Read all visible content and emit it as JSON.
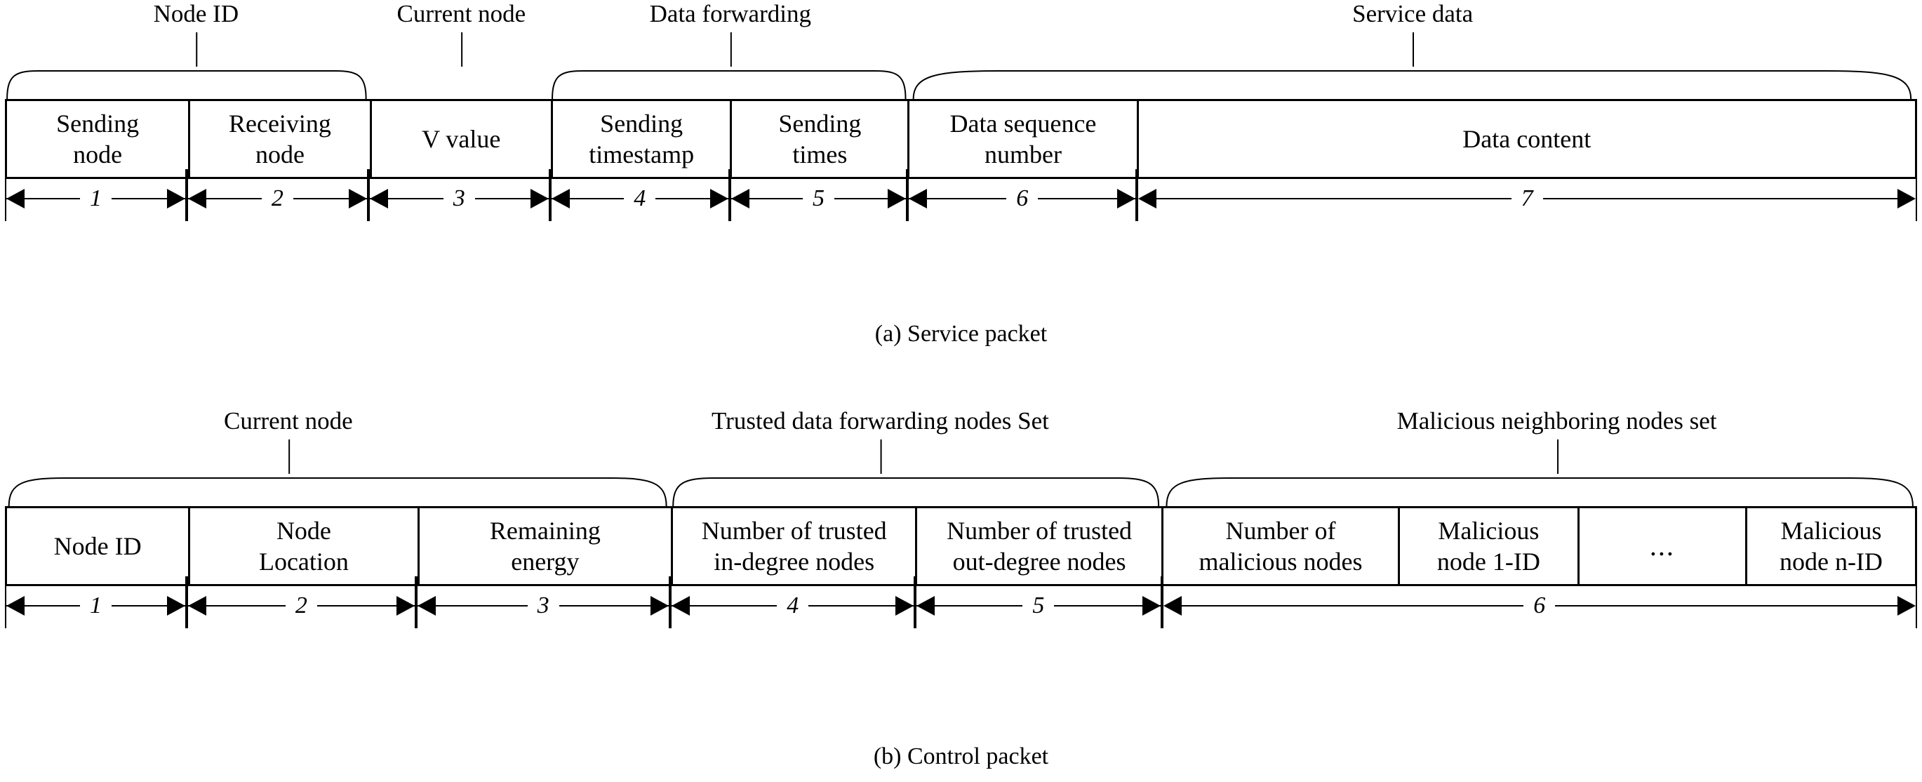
{
  "figures": [
    {
      "id": "service-packet",
      "caption": "(a) Service packet",
      "group_labels": [
        {
          "text": "Node ID",
          "center_pct": 10.2,
          "span": [
            0.0,
            19.0
          ]
        },
        {
          "text": "Current node",
          "center_pct": 24.0,
          "span": [
            19.0,
            28.5
          ]
        },
        {
          "text": "Data forwarding",
          "center_pct": 38.0,
          "span": [
            28.5,
            47.2
          ]
        },
        {
          "text": "Service data",
          "center_pct": 73.5,
          "span": [
            47.2,
            100.0
          ]
        }
      ],
      "braces": [
        {
          "left_pct": 0.0,
          "width_pct": 19.0
        },
        {
          "left_pct": 28.5,
          "width_pct": 18.7
        },
        {
          "left_pct": 47.2,
          "width_pct": 52.8
        }
      ],
      "fields": [
        {
          "label": "Sending\nnode",
          "width_pct": 9.5,
          "dim": "1"
        },
        {
          "label": "Receiving\nnode",
          "width_pct": 9.5,
          "dim": "2"
        },
        {
          "label": "V value",
          "width_pct": 9.5,
          "dim": "3"
        },
        {
          "label": "Sending\ntimestamp",
          "width_pct": 9.4,
          "dim": "4"
        },
        {
          "label": "Sending\ntimes",
          "width_pct": 9.3,
          "dim": "5"
        },
        {
          "label": "Data sequence\nnumber",
          "width_pct": 12.0,
          "dim": "6"
        },
        {
          "label": "Data content",
          "width_pct": 40.8,
          "dim": "7"
        }
      ]
    },
    {
      "id": "control-packet",
      "caption": "(b) Control packet",
      "group_labels": [
        {
          "text": "Current node",
          "center_pct": 15.0,
          "span": [
            0.0,
            34.8
          ]
        },
        {
          "text": "Trusted data forwarding nodes Set",
          "center_pct": 45.8,
          "span": [
            34.8,
            60.5
          ]
        },
        {
          "text": "Malicious neighboring nodes set",
          "center_pct": 81.0,
          "span": [
            60.5,
            100.0
          ]
        }
      ],
      "braces": [
        {
          "left_pct": 0.0,
          "width_pct": 34.8
        },
        {
          "left_pct": 34.8,
          "width_pct": 25.7
        },
        {
          "left_pct": 60.5,
          "width_pct": 39.5
        }
      ],
      "fields": [
        {
          "label": "Node ID",
          "width_pct": 9.5,
          "dim": "1"
        },
        {
          "label": "Node\nLocation",
          "width_pct": 12.0,
          "dim": "2"
        },
        {
          "label": "Remaining\nenergy",
          "width_pct": 13.3,
          "dim": "3"
        },
        {
          "label": "Number of trusted\nin-degree nodes",
          "width_pct": 12.8,
          "dim": "4"
        },
        {
          "label": "Number of trusted\nout-degree nodes",
          "width_pct": 12.9,
          "dim": "5"
        },
        {
          "label": "Number of\nmalicious nodes",
          "width_pct": 12.4,
          "dim": null
        },
        {
          "label": "Malicious\nnode 1-ID",
          "width_pct": 9.4,
          "dim": null
        },
        {
          "label": "...",
          "width_pct": 8.8,
          "dim": null,
          "is_ellipsis": true
        },
        {
          "label": "Malicious\nnode n-ID",
          "width_pct": 8.9,
          "dim": "6",
          "dim_span_pct": 39.5
        }
      ]
    }
  ],
  "colors": {
    "stroke": "#000000",
    "background": "#ffffff"
  }
}
